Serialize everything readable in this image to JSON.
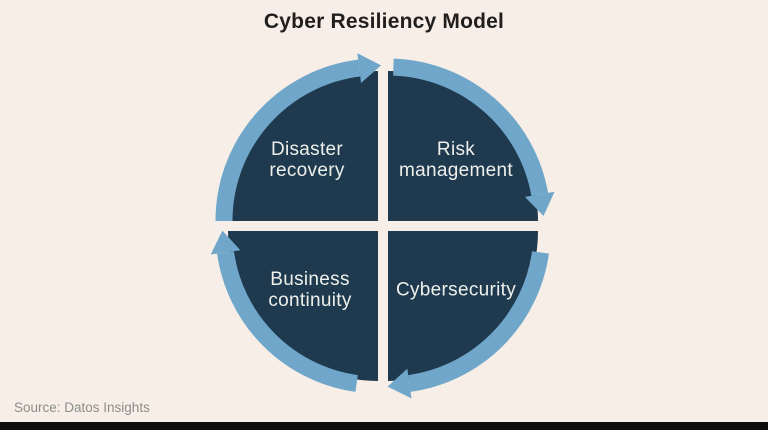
{
  "title": "Cyber Resiliency Model",
  "source_note": "Source: Datos Insights",
  "colors": {
    "background": "#f6eee7",
    "quadrant_fill": "#1f3a4e",
    "cycle_arrow": "#6fa6ca",
    "quadrant_label": "#eef0ec",
    "title_text": "#211f1e",
    "source_text": "#8e8d89",
    "footer_bar": "#0c0c0c"
  },
  "diagram": {
    "name": "Cyber Resiliency Model",
    "type": "cycle",
    "direction": "clockwise",
    "quadrants": [
      {
        "id": "disaster-recovery",
        "position": "top-left",
        "lines": [
          "Disaster",
          "recovery"
        ]
      },
      {
        "id": "risk-management",
        "position": "top-right",
        "lines": [
          "Risk",
          "management"
        ]
      },
      {
        "id": "cybersecurity",
        "position": "bottom-right",
        "lines": [
          "Cybersecurity"
        ]
      },
      {
        "id": "business-continuity",
        "position": "bottom-left",
        "lines": [
          "Business",
          "continuity"
        ]
      }
    ]
  }
}
